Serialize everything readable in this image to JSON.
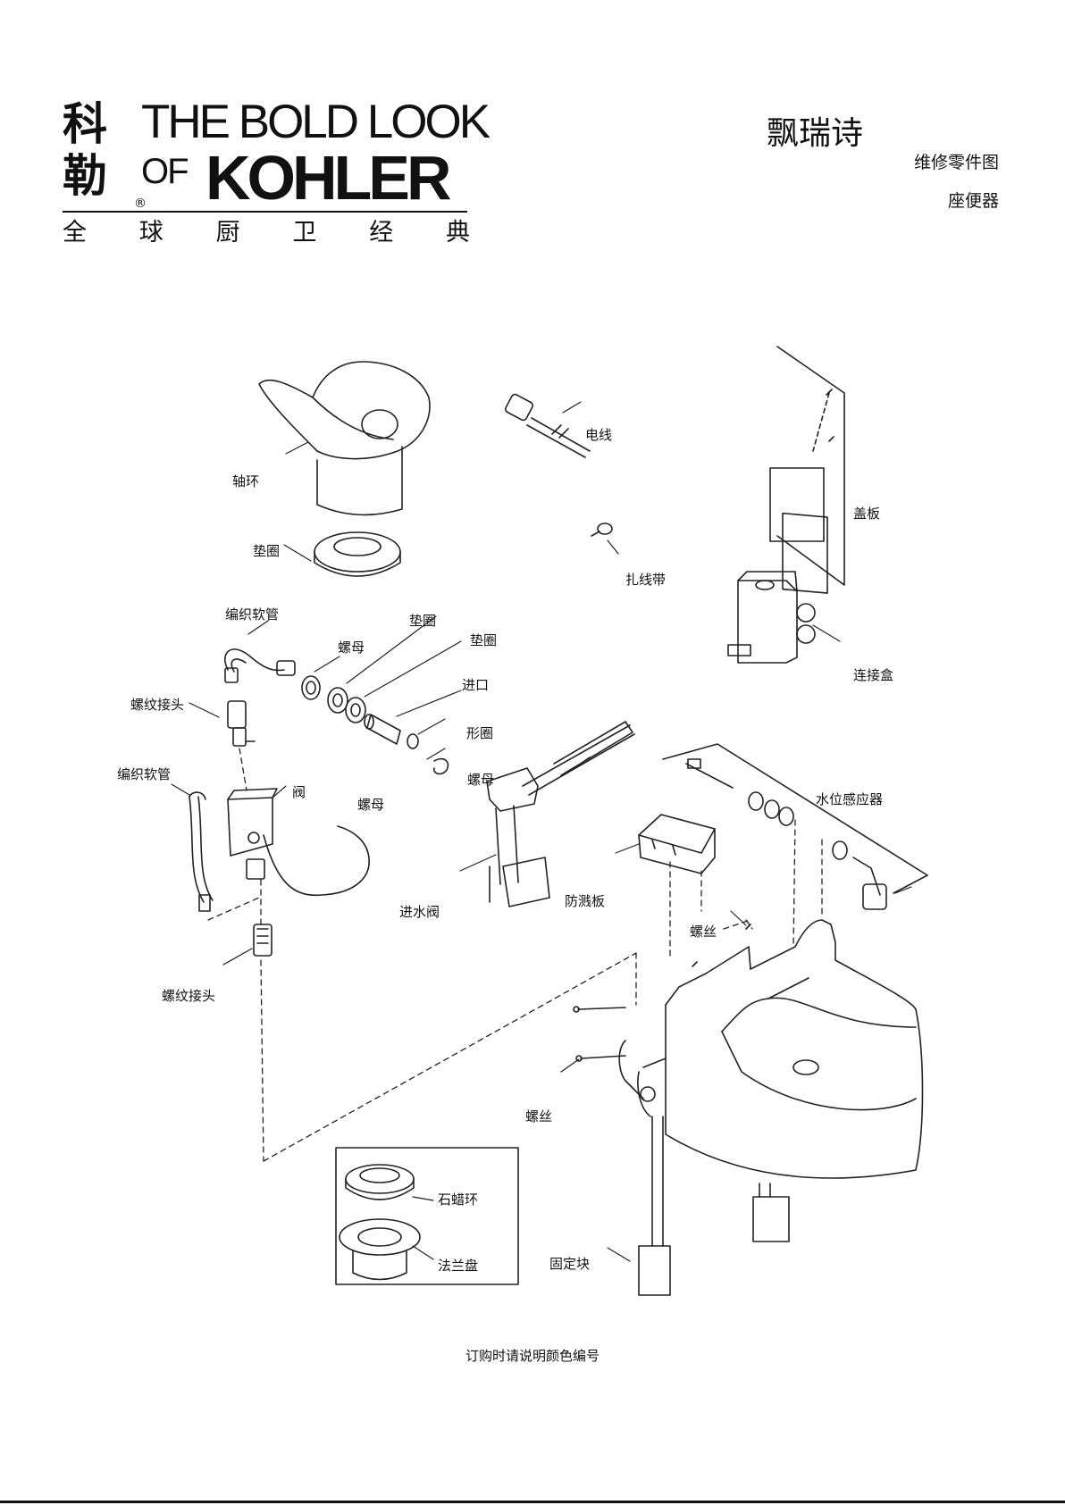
{
  "logo": {
    "cn_top": "科",
    "cn_bottom": "勒",
    "line1": "THE BOLD LOOK",
    "of": "OF",
    "brand": "KOHLER",
    "registered": "®",
    "tagline": [
      "全",
      "球",
      "厨",
      "卫",
      "经",
      "典"
    ]
  },
  "header": {
    "title": "飘瑞诗",
    "subtitle": "维修零件图",
    "product": "座便器"
  },
  "labels": {
    "collar": "轴环",
    "gasket_top": "垫圈",
    "braided_hose_1": "编织软管",
    "nut_1": "螺母",
    "gasket_2": "垫圈",
    "gasket_3": "垫圈",
    "inlet": "进口",
    "o_ring": "形圈",
    "nut_2": "螺母",
    "threaded_fitting_1": "螺纹接头",
    "braided_hose_2": "编织软管",
    "valve": "阀",
    "nut_3": "螺母",
    "fill_valve": "进水阀",
    "threaded_fitting_2": "螺纹接头",
    "wire": "电线",
    "cable_tie": "扎线带",
    "cover_plate": "盖板",
    "junction_box": "连接盒",
    "water_level_sensor": "水位感应器",
    "splash_guard": "防溅板",
    "screw_1": "螺丝",
    "screw_2": "螺丝",
    "wax_ring": "石蜡环",
    "flange": "法兰盘",
    "fixing_block": "固定块"
  },
  "footer": {
    "note": "订购时请说明颜色编号"
  }
}
